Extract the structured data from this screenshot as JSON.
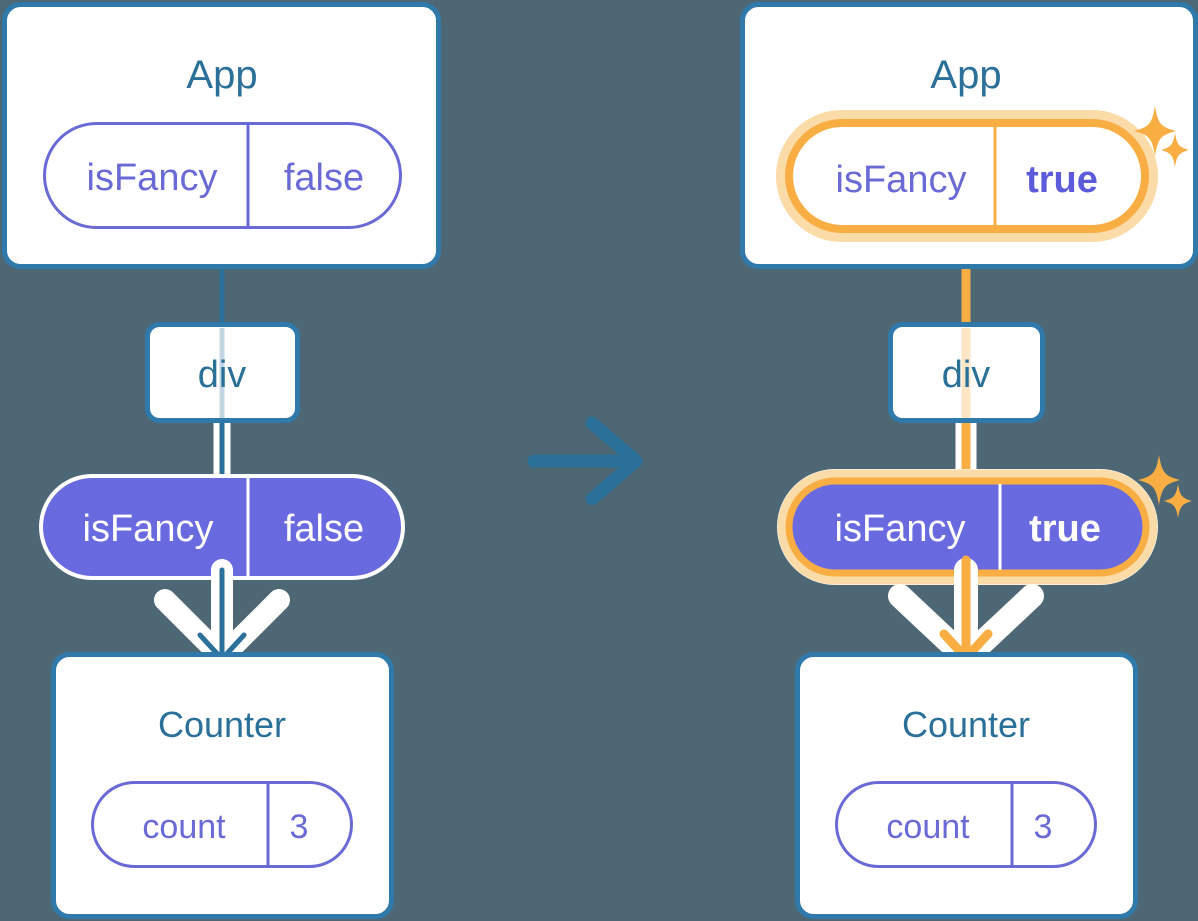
{
  "diagram": {
    "type": "react-state-propagation",
    "background_color": "#4d6774",
    "colors": {
      "box_border": "#2f7aab",
      "box_fill": "#ffffff",
      "title_text": "#2b7099",
      "pill_outline": "#6a6ad6",
      "pill_text": "#6a6ad6",
      "pill_filled_bg": "#6a6ae0",
      "pill_filled_text": "#ffffff",
      "highlight_orange": "#f9ae44",
      "highlight_glow": "#fbdba7",
      "arrow_blue": "#2b7099",
      "edge_halo": "#ffffff"
    },
    "transition_arrow": {
      "icon": "arrow-right-icon",
      "direction": "right",
      "color": "#2b7099"
    },
    "panels": [
      {
        "id": "before",
        "state_value": "false",
        "highlighted": false,
        "nodes": [
          {
            "id": "app",
            "label": "App",
            "kind": "component-box"
          },
          {
            "id": "div",
            "label": "div",
            "kind": "element-box"
          },
          {
            "id": "prop",
            "label": "isFancy",
            "value": "false",
            "kind": "prop-pill-filled"
          },
          {
            "id": "counter",
            "label": "Counter",
            "kind": "component-box"
          }
        ],
        "app_state_pill": {
          "name": "isFancy",
          "value": "false",
          "bold_value": false,
          "highlighted": false
        },
        "counter_state_pill": {
          "name": "count",
          "value": "3",
          "bold_value": false,
          "highlighted": false
        },
        "sparkles": []
      },
      {
        "id": "after",
        "state_value": "true",
        "highlighted": true,
        "nodes": [
          {
            "id": "app",
            "label": "App",
            "kind": "component-box"
          },
          {
            "id": "div",
            "label": "div",
            "kind": "element-box"
          },
          {
            "id": "prop",
            "label": "isFancy",
            "value": "true",
            "kind": "prop-pill-filled"
          },
          {
            "id": "counter",
            "label": "Counter",
            "kind": "component-box"
          }
        ],
        "app_state_pill": {
          "name": "isFancy",
          "value": "true",
          "bold_value": true,
          "highlighted": true
        },
        "counter_state_pill": {
          "name": "count",
          "value": "3",
          "bold_value": false,
          "highlighted": false
        },
        "sparkles": [
          {
            "id": "sparkle-app",
            "near": "app-state-pill"
          },
          {
            "id": "sparkle-prop",
            "near": "prop-pill"
          }
        ]
      }
    ],
    "labels": {
      "app": "App",
      "div": "div",
      "counter": "Counter",
      "isFancy": "isFancy",
      "count": "count",
      "false": "false",
      "true": "true",
      "three": "3"
    }
  }
}
